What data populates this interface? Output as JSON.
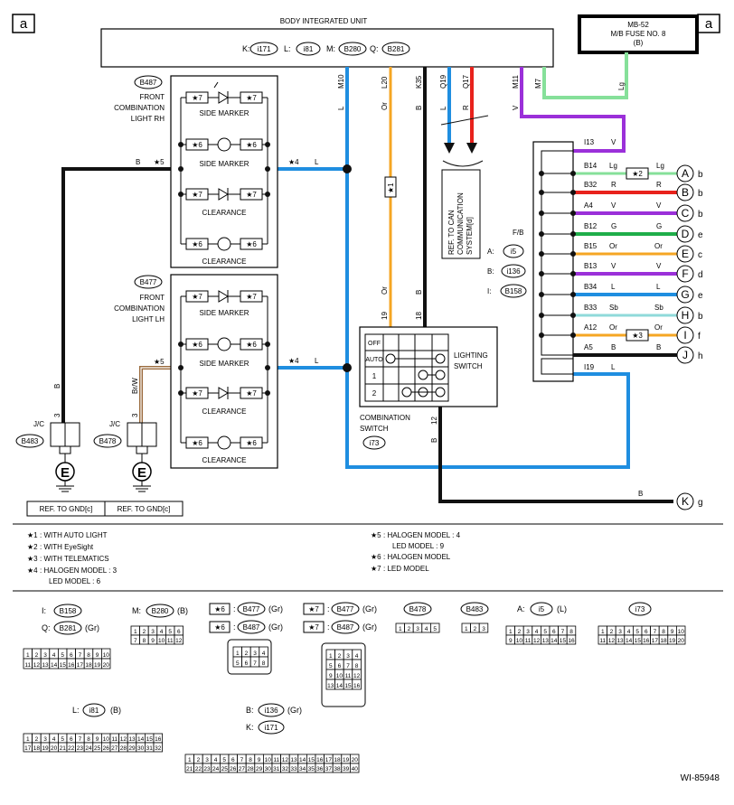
{
  "corner_label": "a",
  "body_unit": {
    "title": "BODY INTEGRATED UNIT",
    "k": "K:",
    "k_conn": "i171",
    "l": "L:",
    "l_conn": "i81",
    "m": "M:",
    "m_conn": "B280",
    "q": "Q:",
    "q_conn": "B281"
  },
  "fuse": {
    "line1": "MB-52",
    "line2": "M/B FUSE NO. 8",
    "line3": "(B)"
  },
  "pins": {
    "m10": "M10",
    "l20": "L20",
    "k35": "K35",
    "q19": "Q19",
    "q17": "Q17",
    "m11": "M11",
    "m7": "M7"
  },
  "wire_colors": {
    "l": "L",
    "or": "Or",
    "b": "B",
    "r": "R",
    "v": "V",
    "lg": "Lg",
    "brw": "Br/W",
    "g": "G",
    "sb": "Sb"
  },
  "front_rh": {
    "conn": "B487",
    "line1": "FRONT",
    "line2": "COMBINATION",
    "line3": "LIGHT RH"
  },
  "front_lh": {
    "conn": "B477",
    "line1": "FRONT",
    "line2": "COMBINATION",
    "line3": "LIGHT LH"
  },
  "lamp_labels": {
    "side_marker": "SIDE MARKER",
    "clearance": "CLEARANCE"
  },
  "marks": {
    "s1": "★1",
    "s2": "★2",
    "s3": "★3",
    "s4": "★4",
    "s5": "★5",
    "s6": "★6",
    "s7": "★7"
  },
  "can_ref": {
    "line1": "REF. TO CAN",
    "line2": "COMMUNICATION",
    "line3": "SYSTEM[d]"
  },
  "fb": {
    "title": "F/B",
    "a": "A:",
    "a_conn": "i5",
    "b": "B:",
    "b_conn": "i136",
    "i": "I:",
    "i_conn": "B158",
    "rows": [
      {
        "pin": "I13",
        "color": "V",
        "color2": "",
        "letter": "",
        "suffix": ""
      },
      {
        "pin": "B14",
        "color": "Lg",
        "color2": "Lg",
        "letter": "A",
        "suffix": "b"
      },
      {
        "pin": "B32",
        "color": "R",
        "color2": "R",
        "letter": "B",
        "suffix": "b"
      },
      {
        "pin": "A4",
        "color": "V",
        "color2": "V",
        "letter": "C",
        "suffix": "b"
      },
      {
        "pin": "B12",
        "color": "G",
        "color2": "G",
        "letter": "D",
        "suffix": "e"
      },
      {
        "pin": "B15",
        "color": "Or",
        "color2": "Or",
        "letter": "E",
        "suffix": "c"
      },
      {
        "pin": "B13",
        "color": "V",
        "color2": "V",
        "letter": "F",
        "suffix": "d"
      },
      {
        "pin": "B34",
        "color": "L",
        "color2": "L",
        "letter": "G",
        "suffix": "e"
      },
      {
        "pin": "B33",
        "color": "Sb",
        "color2": "Sb",
        "letter": "H",
        "suffix": "b"
      },
      {
        "pin": "A12",
        "color": "Or",
        "color2": "Or",
        "letter": "I",
        "suffix": "f"
      },
      {
        "pin": "A5",
        "color": "B",
        "color2": "B",
        "letter": "J",
        "suffix": "h"
      },
      {
        "pin": "I19",
        "color": "L",
        "color2": "",
        "letter": "",
        "suffix": ""
      }
    ]
  },
  "k_terminal": {
    "letter": "K",
    "suffix": "g",
    "color": "B"
  },
  "switch": {
    "lighting": "LIGHTING",
    "switch_word": "SWITCH",
    "combo1": "COMBINATION",
    "combo2": "SWITCH",
    "conn": "i73",
    "rows": [
      "OFF",
      "AUTO",
      "1",
      "2"
    ],
    "pin19": "19",
    "pin18": "18",
    "pin12": "12"
  },
  "jc": {
    "label": "J/C",
    "left_conn": "B483",
    "right_conn": "B478",
    "pin3": "3",
    "e": "E",
    "ref_left": "REF. TO GND[c]",
    "ref_right": "REF. TO GND[c]"
  },
  "legend": [
    {
      "mark": "★1",
      "text": ": WITH AUTO LIGHT"
    },
    {
      "mark": "★2",
      "text": ": WITH EyeSight"
    },
    {
      "mark": "★3",
      "text": ": WITH TELEMATICS"
    },
    {
      "mark": "★4",
      "text": ": HALOGEN MODEL : 3"
    },
    {
      "mark": "",
      "text": "LED MODEL : 6"
    },
    {
      "mark": "★5",
      "text": ": HALOGEN MODEL : 4"
    },
    {
      "mark": "",
      "text": "LED MODEL : 9"
    },
    {
      "mark": "★6",
      "text": ": HALOGEN MODEL"
    },
    {
      "mark": "★7",
      "text": ": LED MODEL"
    }
  ],
  "connectors": {
    "i_label": "I:",
    "i": "B158",
    "q_label": "Q:",
    "q": "B281",
    "q_color": "(Gr)",
    "m_label": "M:",
    "m": "B280",
    "m_color": "(B)",
    "s6a_conn": "B477",
    "s6a_color": "(Gr)",
    "s6b_conn": "B487",
    "s6b_color": "(Gr)",
    "s7a_conn": "B477",
    "s7a_color": "(Gr)",
    "s7b_conn": "B487",
    "s7b_color": "(Gr)",
    "b478": "B478",
    "b483": "B483",
    "a_label": "A:",
    "a": "i5",
    "a_color": "(L)",
    "i73": "i73",
    "l_label": "L:",
    "l": "i81",
    "l_color": "(B)",
    "b_label": "B:",
    "b": "i136",
    "b_color": "(Gr)",
    "k_label": "K:",
    "k": "i171"
  },
  "diagram_id": "WI-85948",
  "colors": {
    "L": "#1f8ee0",
    "Or": "#f5a623",
    "R": "#e8221c",
    "V": "#9b30d9",
    "Lg": "#86e09a",
    "G": "#1fae4a",
    "Sb": "#8fdada",
    "BrW": "#9a6a3c",
    "B": "#111111"
  }
}
